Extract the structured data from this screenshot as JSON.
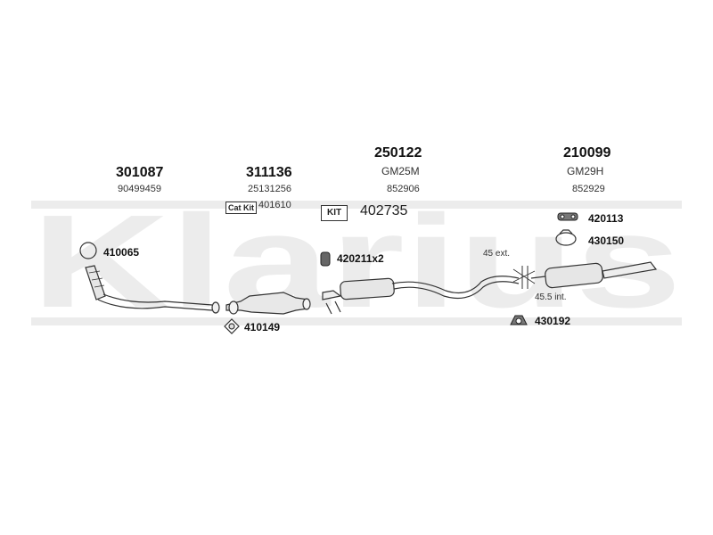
{
  "watermark": {
    "text": "Klarius"
  },
  "groups": [
    {
      "main": "301087",
      "sub": "90499459"
    },
    {
      "main": "311136",
      "sub": "25131256"
    },
    {
      "main": "250122",
      "sub": "GM25M",
      "sub2": "852906"
    },
    {
      "main": "210099",
      "sub": "GM29H",
      "sub2": "852929"
    }
  ],
  "catkit": {
    "label": "Cat Kit",
    "number": "401610"
  },
  "kit": {
    "label": "KIT",
    "number": "402735"
  },
  "parts": {
    "p410065": "410065",
    "p410149": "410149",
    "p420211": "420211x2",
    "p420113": "420113",
    "p430150": "430150",
    "p430192": "430192"
  },
  "notes": {
    "ext": "45 ext.",
    "int": "45.5 int."
  }
}
